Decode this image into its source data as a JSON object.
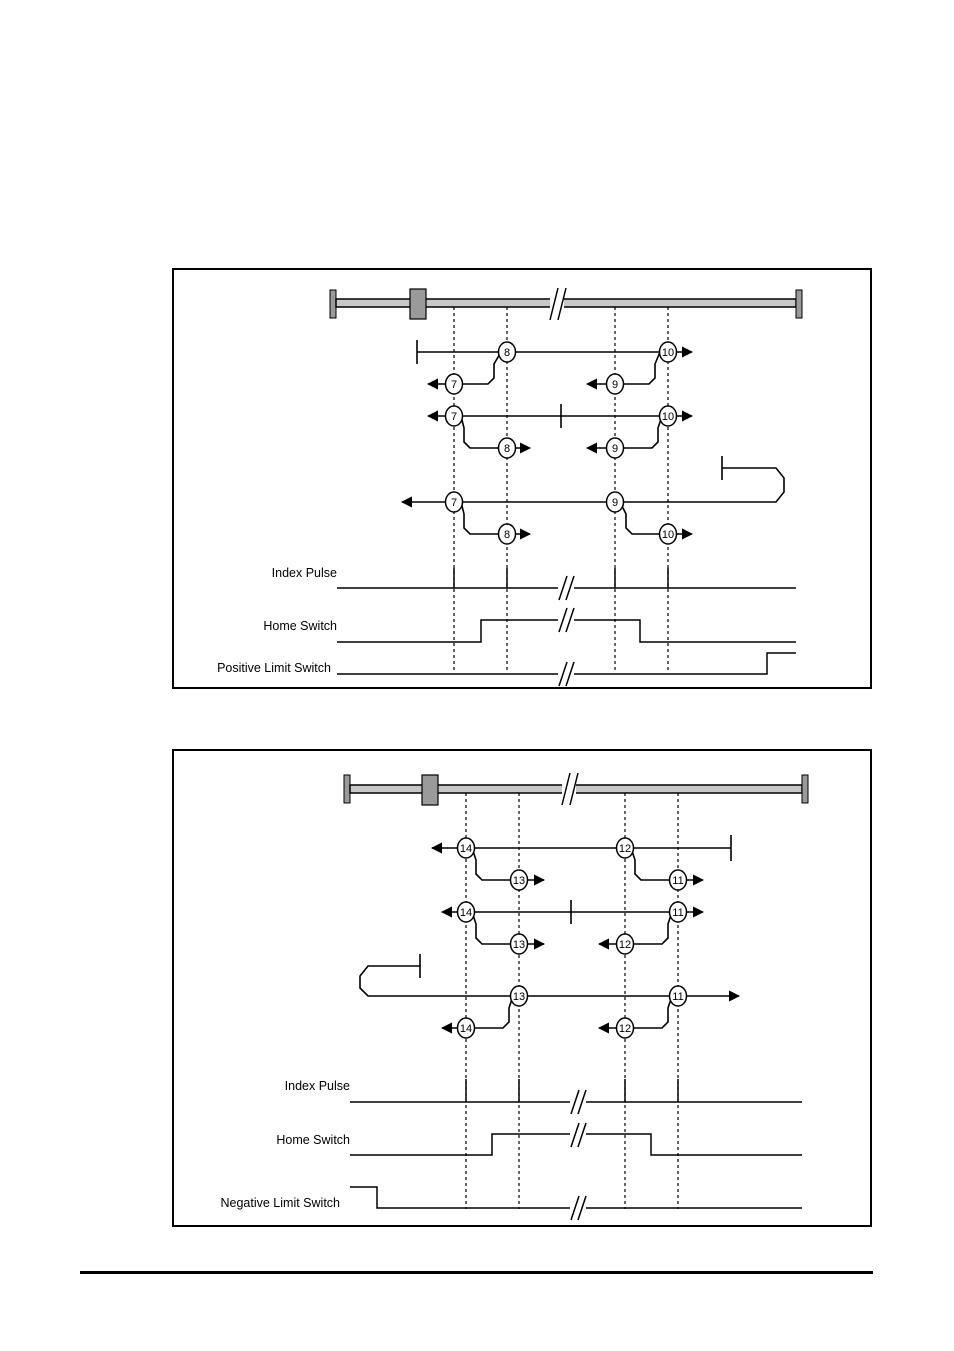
{
  "top_diagram": {
    "signals": {
      "index_pulse": "Index Pulse",
      "home_switch": "Home Switch",
      "limit_switch": "Positive Limit Switch"
    },
    "methods": [
      "7",
      "8",
      "9",
      "10"
    ]
  },
  "bottom_diagram": {
    "signals": {
      "index_pulse": "Index Pulse",
      "home_switch": "Home Switch",
      "limit_switch": "Negative Limit Switch"
    },
    "methods": [
      "11",
      "12",
      "13",
      "14"
    ]
  }
}
